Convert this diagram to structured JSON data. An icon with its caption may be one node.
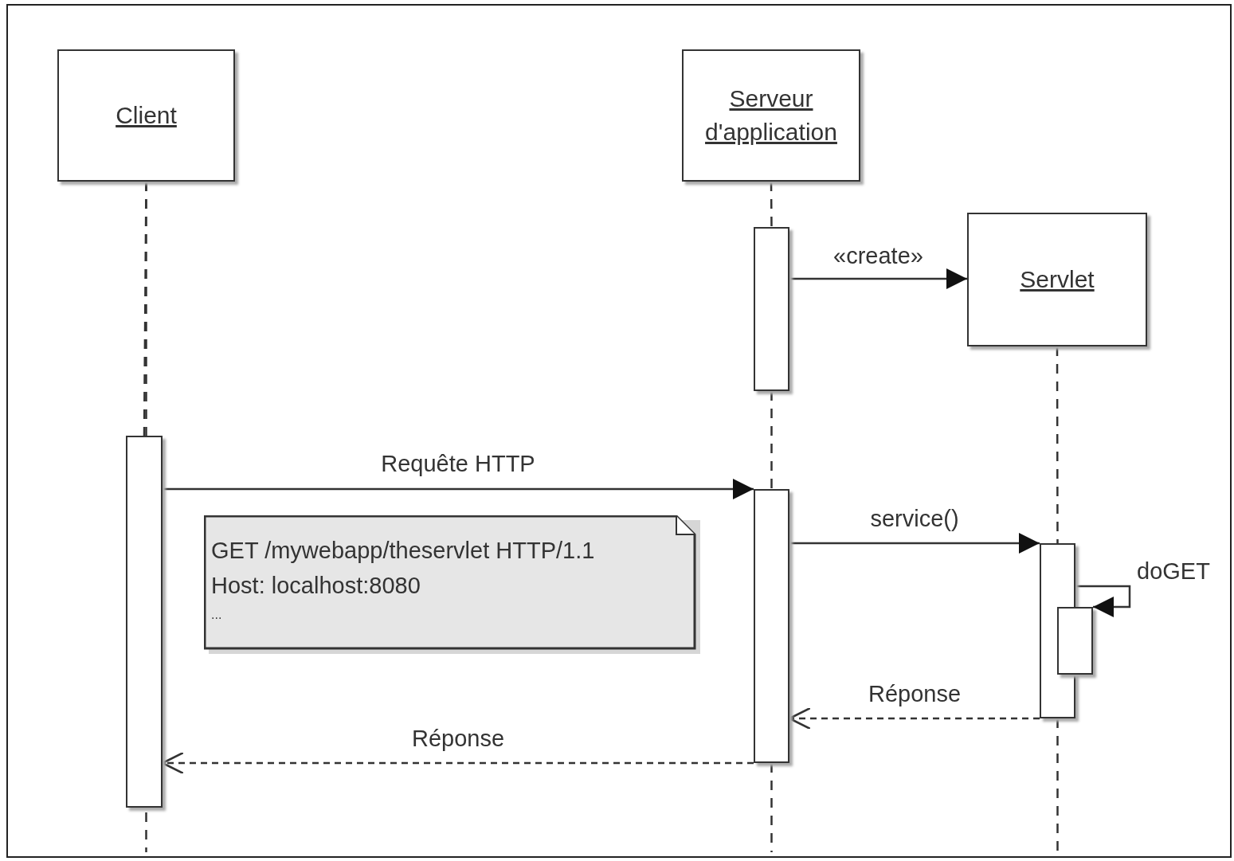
{
  "diagram": {
    "nodes": [
      {
        "text": [
          "Client"
        ]
      },
      {
        "text": [
          "Serveur d'application"
        ]
      },
      {
        "text": [
          "Servlet"
        ]
      },
      {
        "text": [],
        "shape": "bar"
      },
      {
        "text": [],
        "shape": "bar"
      },
      {
        "text": [],
        "shape": "bar"
      },
      {
        "text": [],
        "shape": "bar"
      },
      {
        "text": [],
        "shape": "bar"
      },
      {
        "text": [
          "GET /mywebapp/theservlet HTTP/1.1",
          "Host: localhost:8080",
          "..."
        ]
      }
    ],
    "edges": [
      {
        "from": 0,
        "to": 4,
        "arrow": "none",
        "style": "dashed"
      },
      {
        "from": 1,
        "to": 3,
        "arrow": "none",
        "style": "dashed"
      },
      {
        "from": 3,
        "to": 5,
        "arrow": "none",
        "style": "dashed"
      },
      {
        "from": 2,
        "to": 6,
        "arrow": "none",
        "style": "dashed"
      },
      {
        "from": 3,
        "to": 2,
        "arrow": "to",
        "label": "«create»"
      },
      {
        "from": 4,
        "to": 5,
        "arrow": "to",
        "label": "Requête HTTP"
      },
      {
        "from": 5,
        "to": 6,
        "arrow": "to",
        "label": "service()"
      },
      {
        "from": 6,
        "to": 7,
        "arrow": "to",
        "label": "doGET"
      },
      {
        "from": 6,
        "to": 5,
        "arrow": "to",
        "label": "Réponse",
        "style": "dashed"
      },
      {
        "from": 5,
        "to": 4,
        "arrow": "to",
        "label": "Réponse",
        "style": "dashed"
      }
    ]
  }
}
